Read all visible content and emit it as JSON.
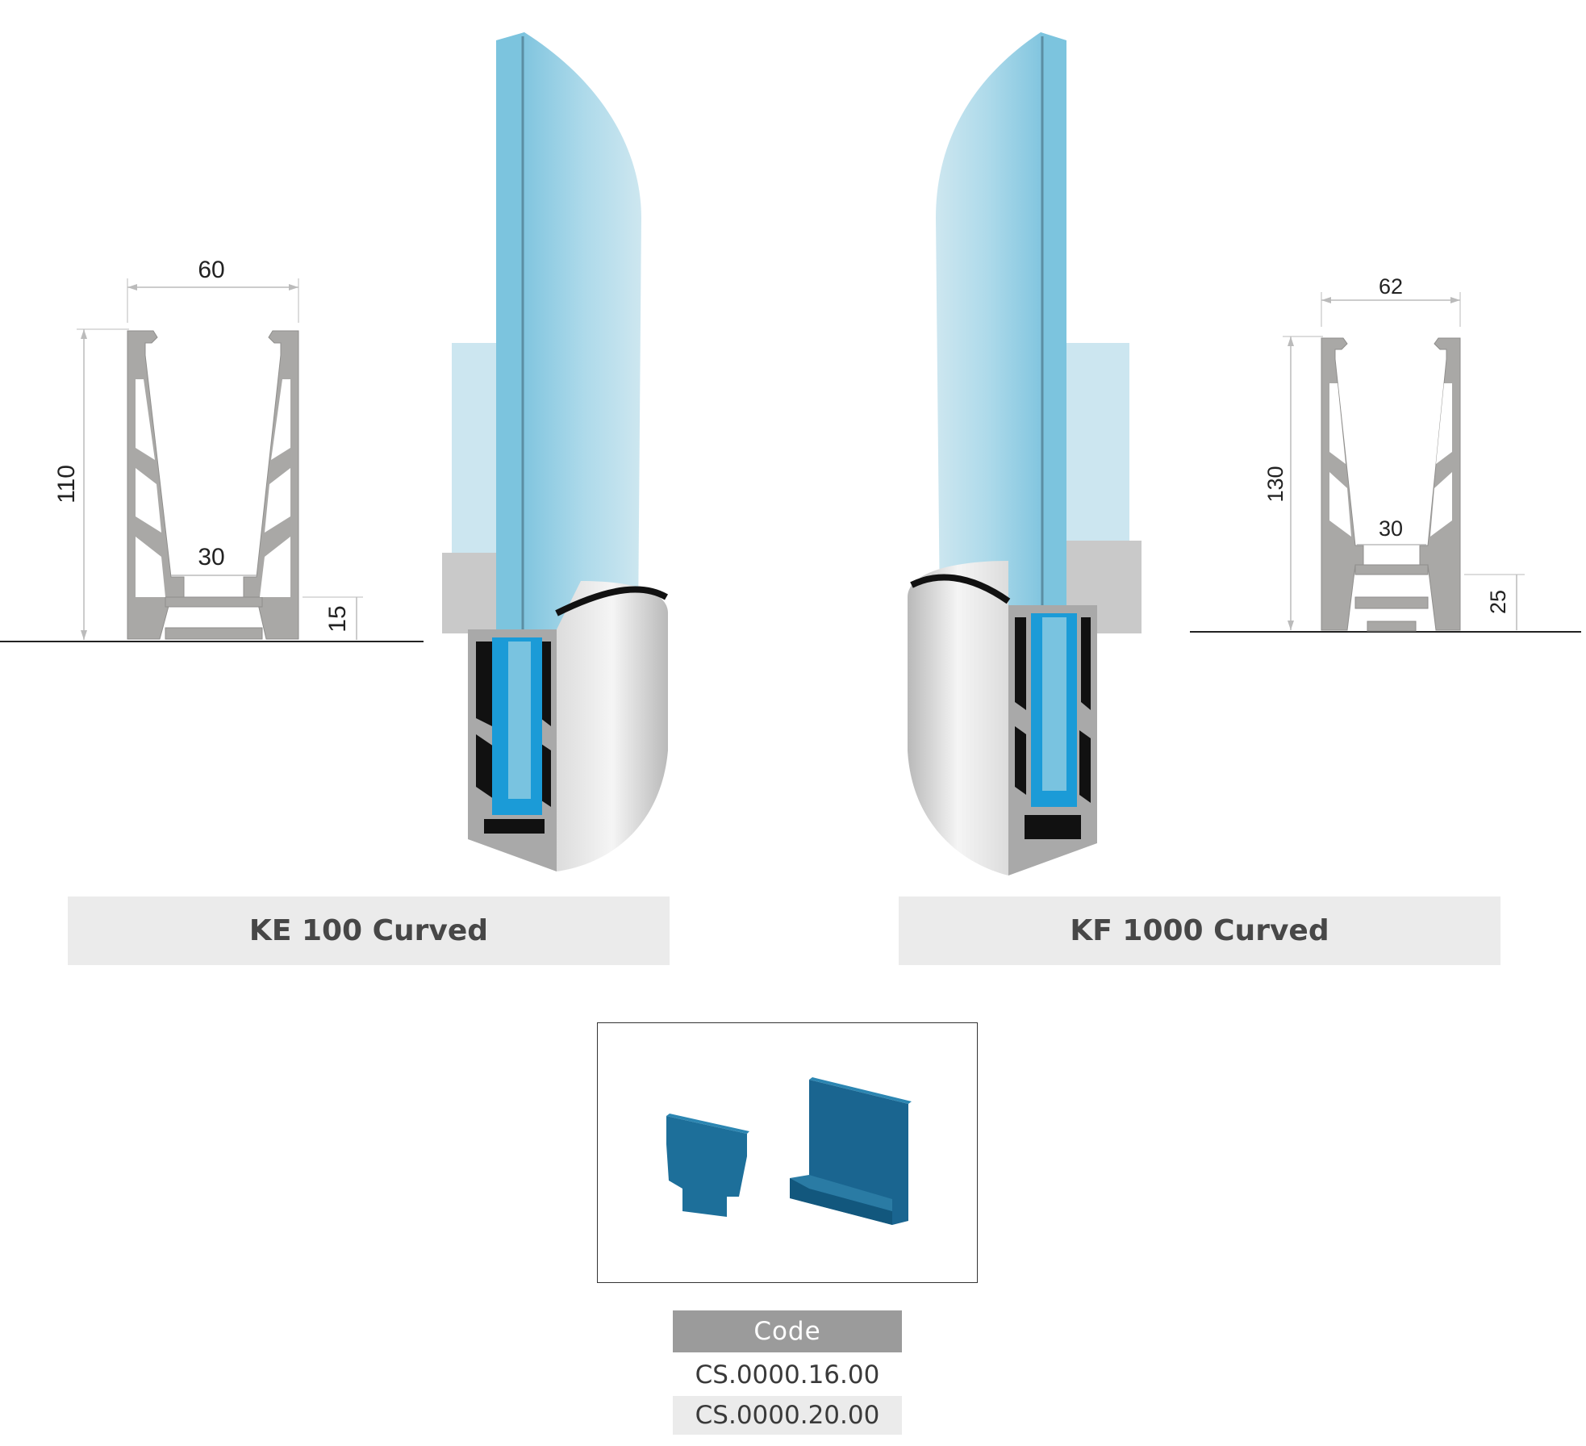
{
  "left_profile": {
    "width_label": "60",
    "height_label": "110",
    "inner_label": "30",
    "base_label": "15"
  },
  "right_profile": {
    "width_label": "62",
    "height_label": "130",
    "inner_label": "30",
    "base_label": "25"
  },
  "products": [
    {
      "name": "KE 100 Curved"
    },
    {
      "name": "KF 1000 Curved"
    }
  ],
  "colors": {
    "aluminium": "#a9a8a6",
    "glass": "#8fcbe0",
    "gasket": "#1e6b93",
    "label_bg": "#ebebeb",
    "code_header_bg": "#9b9b9b"
  },
  "code_table": {
    "header": "Code",
    "rows": [
      "CS.0000.16.00",
      "CS.0000.20.00"
    ]
  }
}
